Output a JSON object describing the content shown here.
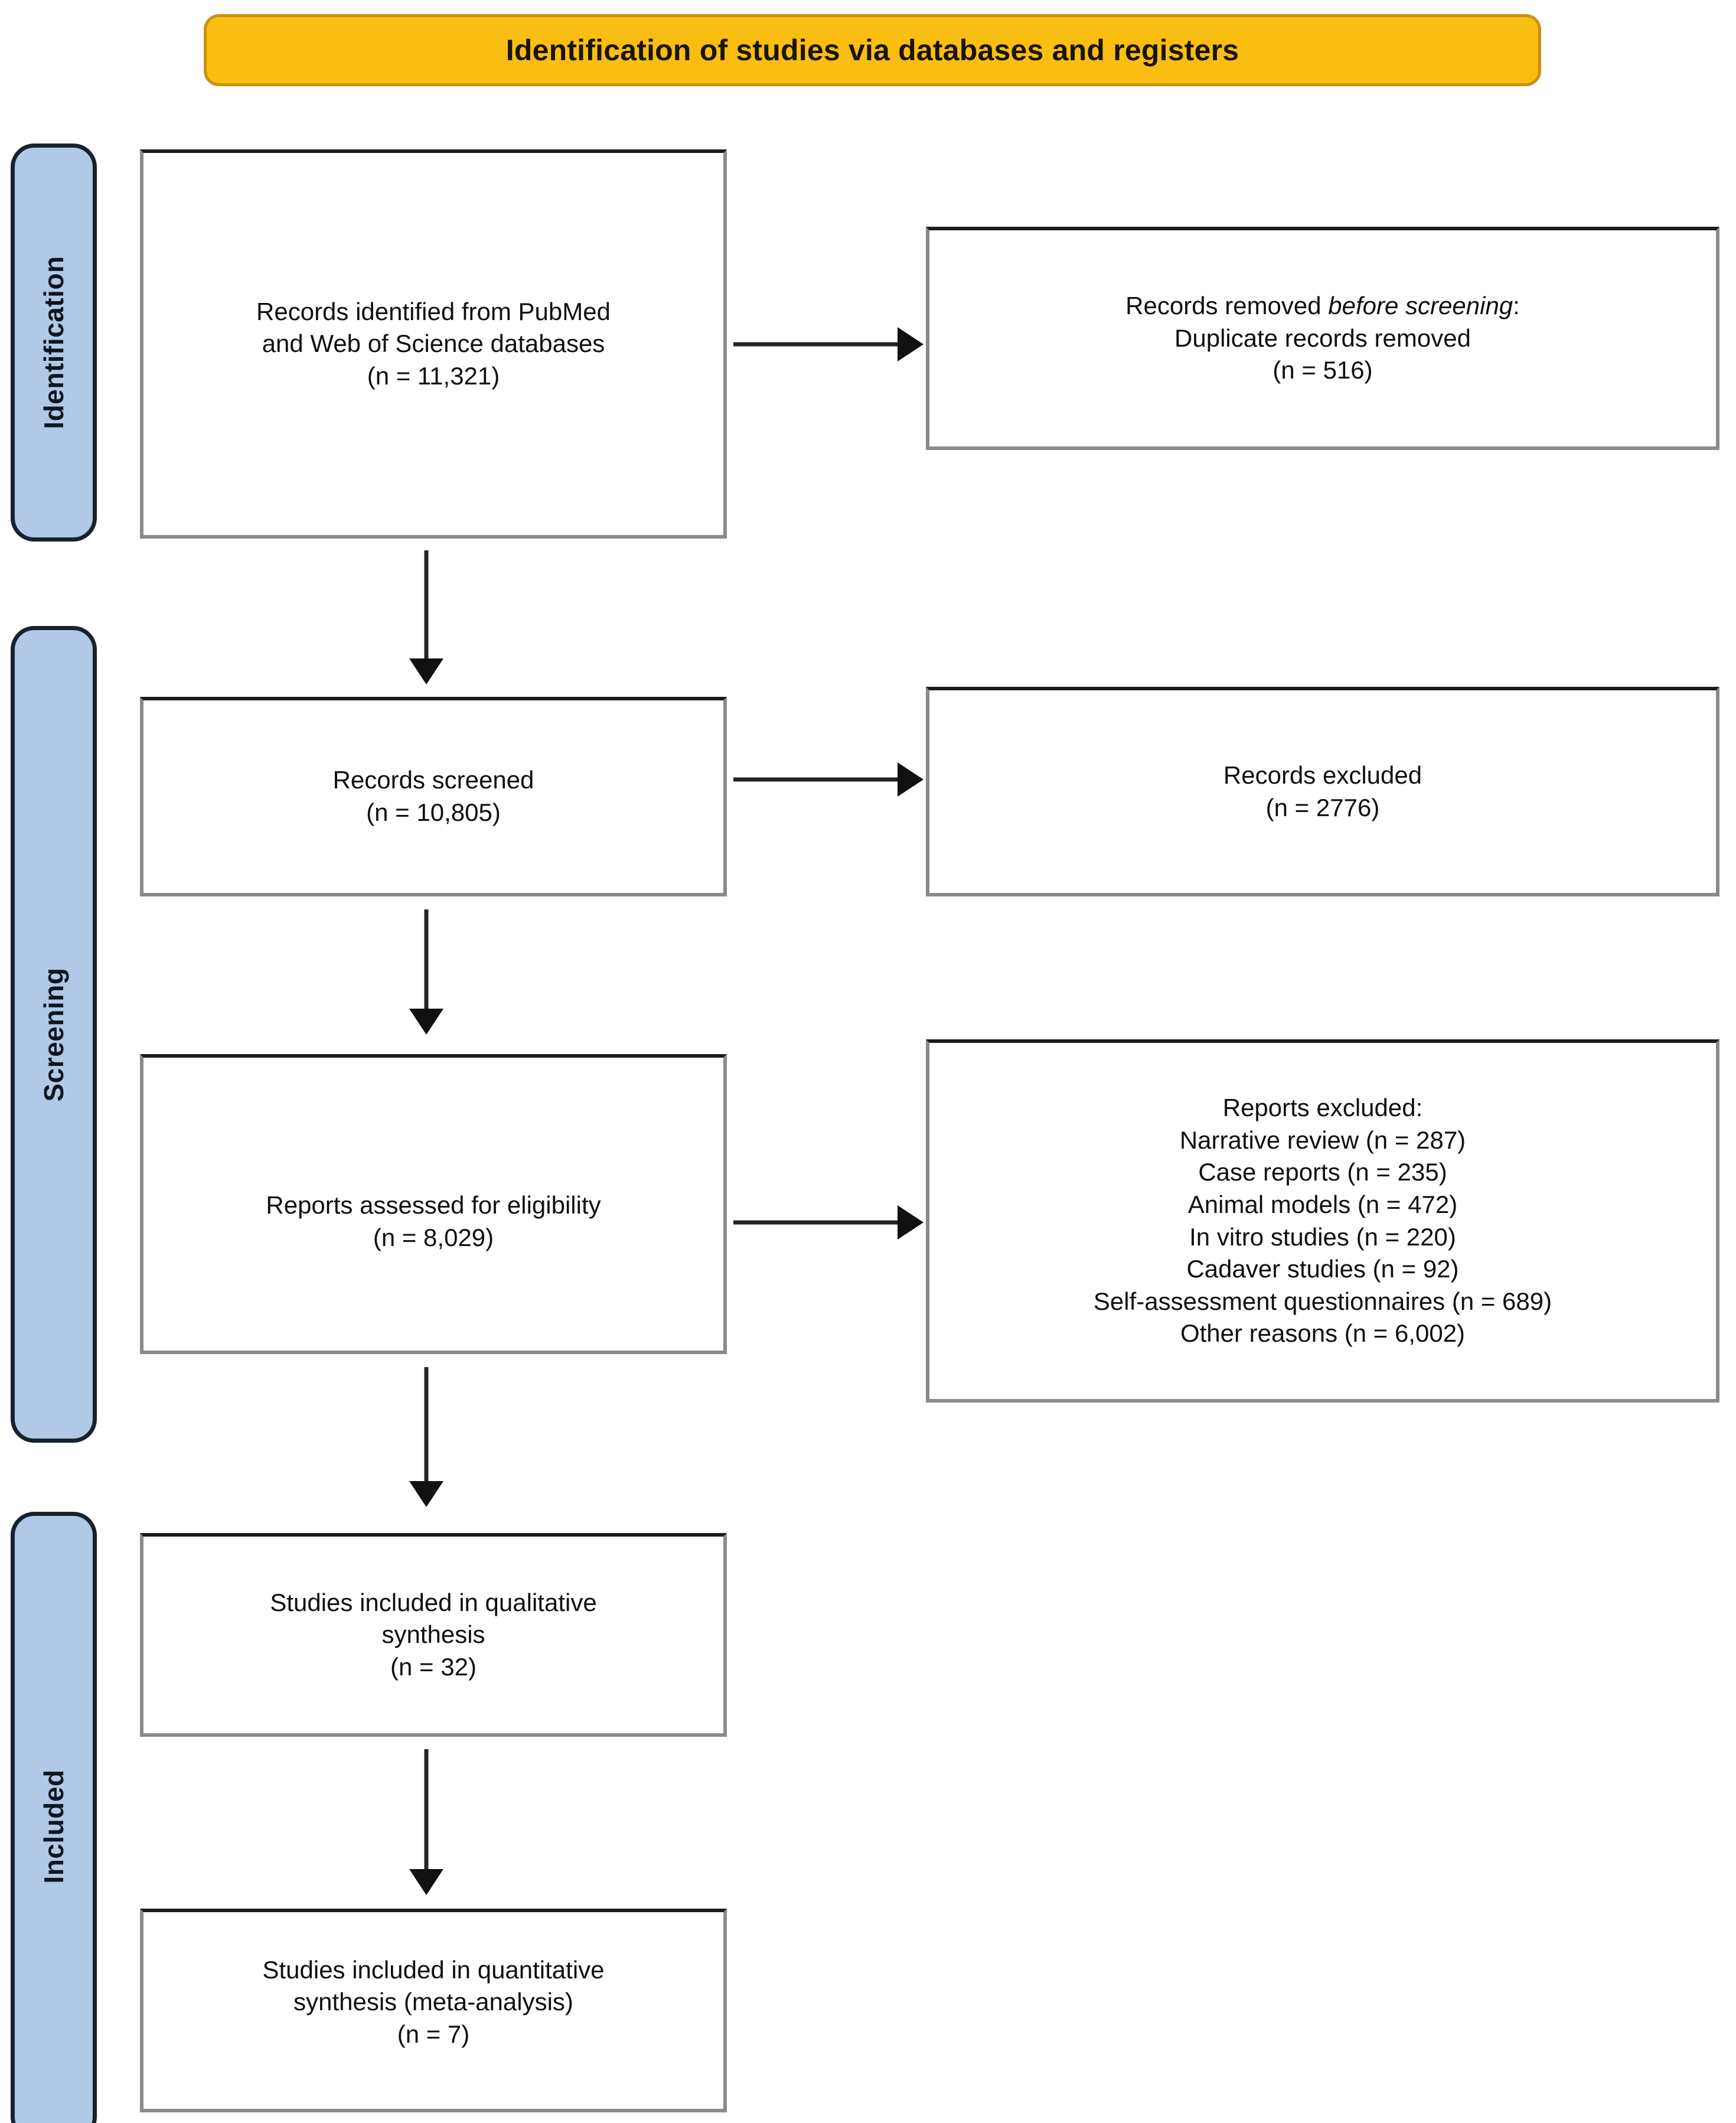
{
  "title": {
    "text": "Identification of studies via databases and registers",
    "background_color": "#F9BE11",
    "border_color": "#C79110",
    "text_color": "#1a1408"
  },
  "stages": [
    {
      "id": "identification",
      "label": "Identification",
      "color": "#AFC9E6",
      "border_color": "#17222E"
    },
    {
      "id": "screening",
      "label": "Screening",
      "color": "#AFC9E6",
      "border_color": "#17222E"
    },
    {
      "id": "included",
      "label": "Included",
      "color": "#AFC9E6",
      "border_color": "#17222E"
    }
  ],
  "boxes": {
    "records_identified": {
      "line1": "Records identified from PubMed",
      "line2": "and Web of Science databases",
      "line3": "(n = 11,321)",
      "n": 11321
    },
    "records_removed": {
      "line1_prefix": "Records removed ",
      "line1_italic": "before screening",
      "line1_suffix": ":",
      "line2": "Duplicate records removed",
      "line3": "(n = 516)",
      "n": 516
    },
    "records_screened": {
      "line1": "Records screened",
      "line2": "(n = 10,805)",
      "n": 10805
    },
    "records_excluded": {
      "line1": "Records excluded",
      "line2": "(n = 2776)",
      "n": 2776
    },
    "reports_assessed": {
      "line1": "Reports assessed for eligibility",
      "line2": "(n = 8,029)",
      "n": 8029
    },
    "reports_excluded": {
      "heading": "Reports excluded:",
      "reasons": [
        "Narrative review (n = 287)",
        "Case reports (n = 235)",
        "Animal models (n = 472)",
        "In vitro studies (n = 220)",
        "Cadaver studies (n = 92)",
        "Self-assessment questionnaires (n = 689)",
        "Other reasons (n = 6,002)"
      ]
    },
    "qualitative_synthesis": {
      "line1": "Studies included in qualitative",
      "line2": "synthesis",
      "line3": "(n = 32)",
      "n": 32
    },
    "quantitative_synthesis": {
      "line1": "Studies included in quantitative",
      "line2": "synthesis (meta-analysis)",
      "line3": "(n = 7)",
      "n": 7
    }
  },
  "connectors": {
    "identified_to_removed": "arrow-right",
    "identified_to_screened": "arrow-down",
    "screened_to_excluded": "arrow-right",
    "screened_to_assessed": "arrow-down",
    "assessed_to_reports_excluded": "arrow-right",
    "assessed_to_qualitative": "arrow-down",
    "qualitative_to_quantitative": "arrow-down"
  }
}
